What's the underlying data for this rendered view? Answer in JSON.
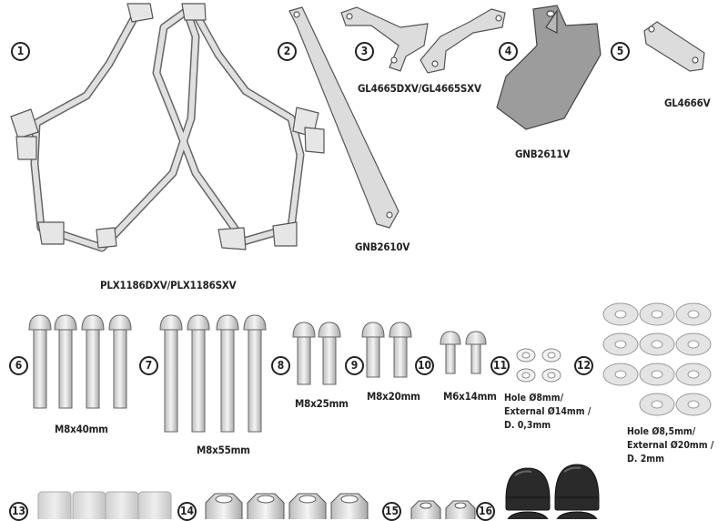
{
  "items": [
    {
      "n": "1",
      "label": "PLX1186DXV/PLX1186SXV"
    },
    {
      "n": "2",
      "label": "GNB2610V"
    },
    {
      "n": "3",
      "label": "GL4665DXV/GL4665SXV"
    },
    {
      "n": "4",
      "label": "GNB2611V"
    },
    {
      "n": "5",
      "label": "GL4666V"
    },
    {
      "n": "6",
      "label": "M8x40mm"
    },
    {
      "n": "7",
      "label": "M8x55mm"
    },
    {
      "n": "8",
      "label": "M8x25mm"
    },
    {
      "n": "9",
      "label": "M8x20mm"
    },
    {
      "n": "10",
      "label": "M6x14mm"
    },
    {
      "n": "11",
      "label": "Hole Ø8mm/\nExternal Ø14mm /\nD. 0,3mm"
    },
    {
      "n": "12",
      "label": "Hole Ø8,5mm/\nExternal Ø20mm /\nD. 2mm"
    },
    {
      "n": "13",
      "label": ""
    },
    {
      "n": "14",
      "label": ""
    },
    {
      "n": "15",
      "label": ""
    },
    {
      "n": "16",
      "label": ""
    }
  ],
  "colors": {
    "part_fill": "#d9d9d9",
    "part_stroke": "#555555",
    "dark_part": "#8a8a8a",
    "cap": "#2a2a2a"
  }
}
